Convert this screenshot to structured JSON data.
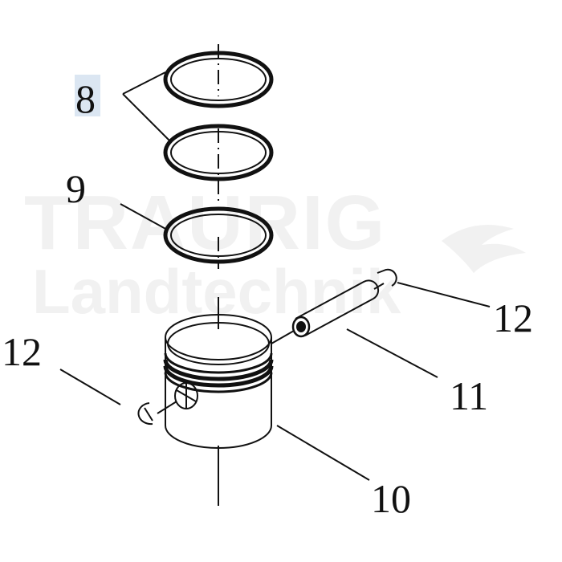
{
  "watermark": {
    "line1": "TRAURIG",
    "line2": "Landtechnik",
    "color": "#f1f1f1",
    "highlight_color": "#dbe6f2"
  },
  "callouts": {
    "rings_upper": "8",
    "ring_oil": "9",
    "clip_right": "12",
    "clip_left": "12",
    "pin": "11",
    "piston": "10"
  },
  "icons": {
    "logo": "bird-logo-icon"
  }
}
